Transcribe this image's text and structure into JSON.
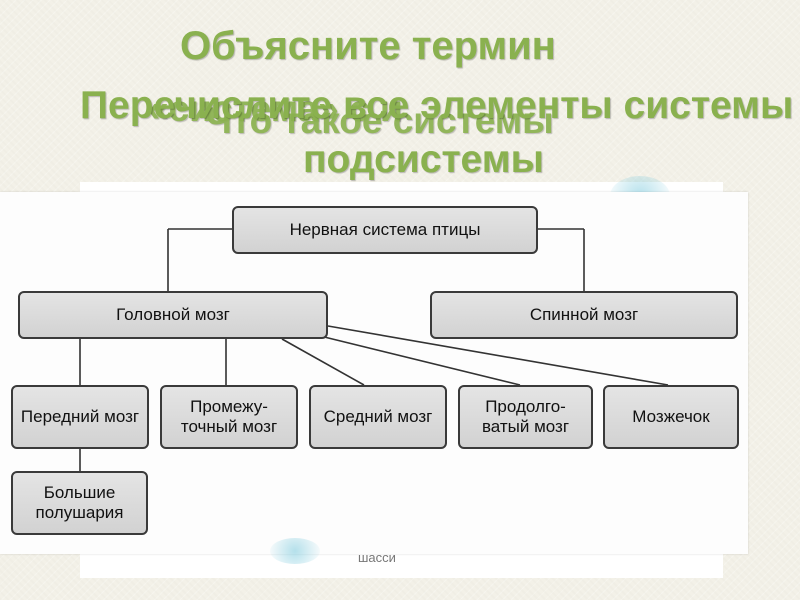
{
  "slide": {
    "title_line1": "Объясните термин",
    "overlap_text_a": "«система» с и",
    "overlap_text_b": "Что такое системы",
    "title_line2": "Перечислите все элементы системы и",
    "title_line3": "подсистемы"
  },
  "diagram": {
    "root": "Нервная система птицы",
    "brain": "Головной мозг",
    "spinal": "Спинной мозг",
    "forebrain": "Передний мозг",
    "diencephalon": "Промежу-точный мозг",
    "midbrain": "Средний мозг",
    "medulla": "Продолго-ватый мозг",
    "cerebellum": "Мозжечок",
    "hemispheres": "Большие полушария"
  },
  "background_fragment": "шасси",
  "colors": {
    "title": "#8ab14f",
    "node_fill": "#d9d9d9",
    "node_border": "#3a3a3a"
  }
}
